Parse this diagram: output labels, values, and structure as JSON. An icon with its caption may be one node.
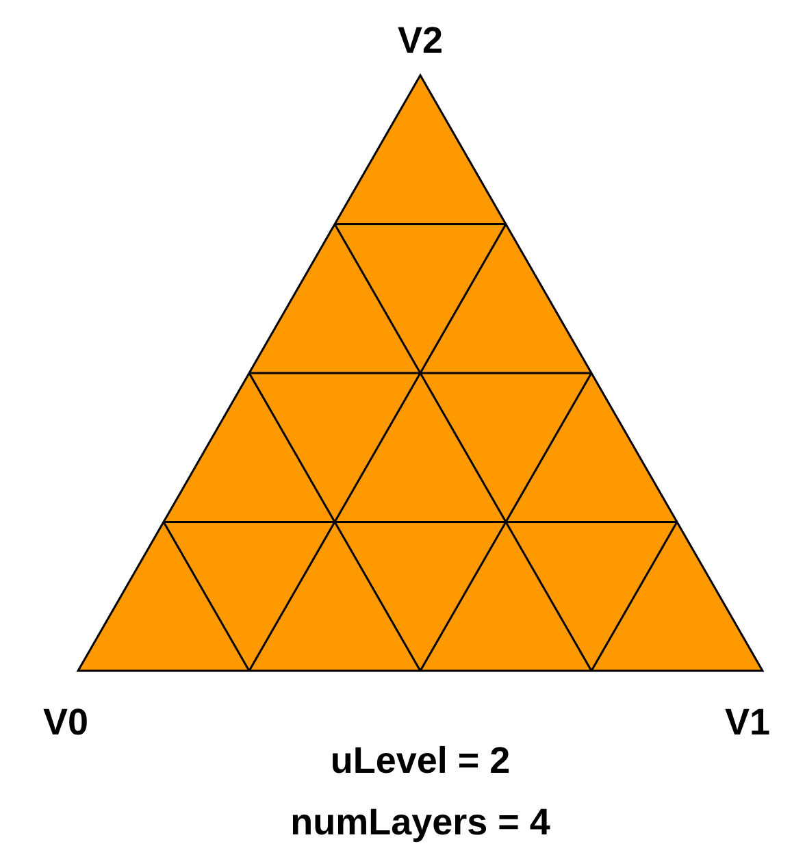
{
  "diagram": {
    "labels": [
      "V2",
      "V0",
      "V1",
      "uLevel = 2",
      "numLayers = 4"
    ]
  }
}
